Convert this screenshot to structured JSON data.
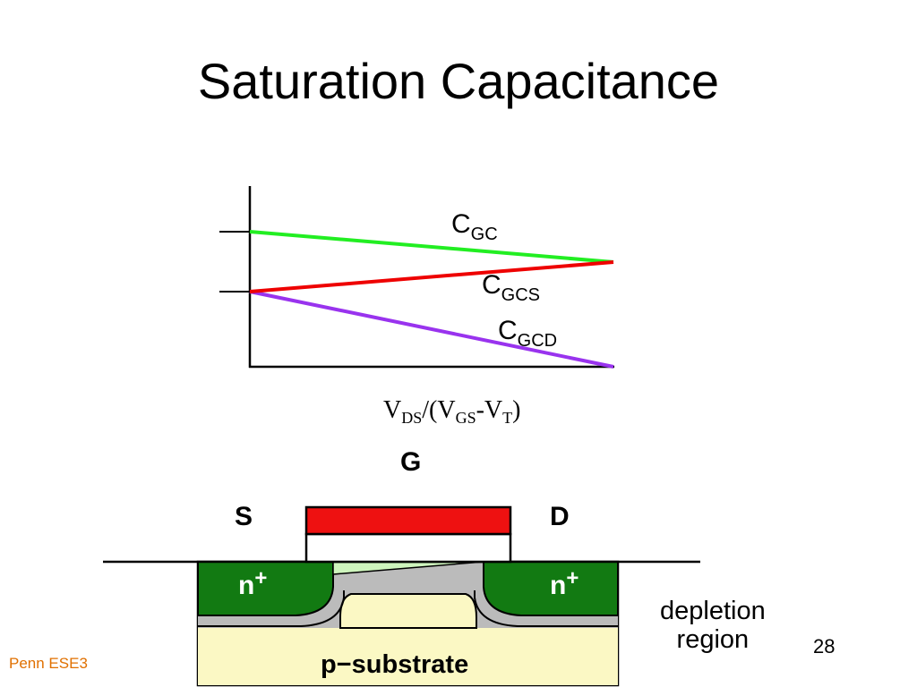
{
  "slide": {
    "title": "Saturation Capacitance",
    "footer": "Penn ESE3",
    "page_number": "28"
  },
  "graph": {
    "curves": [
      {
        "base": "C",
        "sub": "GC",
        "color": "#22ee22"
      },
      {
        "base": "C",
        "sub": "GCS",
        "color": "#ee0000"
      },
      {
        "base": "C",
        "sub": "GCD",
        "color": "#9933ee"
      }
    ],
    "xaxis": {
      "v1": "V",
      "s1": "DS",
      "mid": "/(V",
      "s2": "GS",
      "dash": "-V",
      "s3": "T",
      "end": ")"
    }
  },
  "transistor": {
    "gate": "G",
    "source": "S",
    "drain": "D",
    "n_left": "n",
    "n_right": "n",
    "plus": "+",
    "substrate": "p−substrate",
    "depletion_line1": "depletion",
    "depletion_line2": "region"
  },
  "colors": {
    "gate": "#ee1111",
    "n_region": "#127a12",
    "substrate": "#fbf8c4",
    "depletion": "#bbbbbb",
    "channel": "#cef5bd",
    "footer": "#e07000"
  }
}
